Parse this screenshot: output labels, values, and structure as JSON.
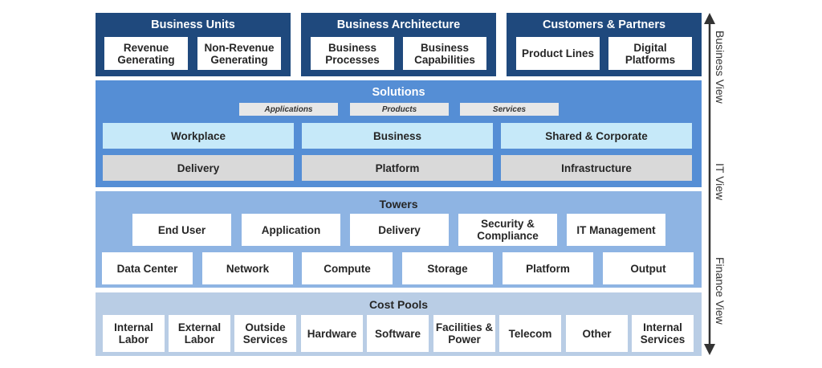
{
  "business_layer": [
    {
      "title": "Business Units",
      "items": [
        "Revenue Generating",
        "Non-Revenue Generating"
      ]
    },
    {
      "title": "Business Architecture",
      "items": [
        "Business Processes",
        "Business Capabilities"
      ]
    },
    {
      "title": "Customers & Partners",
      "items": [
        "Product Lines",
        "Digital Platforms"
      ]
    }
  ],
  "solutions": {
    "title": "Solutions",
    "tags": [
      "Applications",
      "Products",
      "Services"
    ],
    "row1": [
      "Workplace",
      "Business",
      "Shared & Corporate"
    ],
    "row2": [
      "Delivery",
      "Platform",
      "Infrastructure"
    ]
  },
  "towers": {
    "title": "Towers",
    "row1": [
      "End User",
      "Application",
      "Delivery",
      "Security & Compliance",
      "IT Management"
    ],
    "row2": [
      "Data Center",
      "Network",
      "Compute",
      "Storage",
      "Platform",
      "Output"
    ]
  },
  "cost_pools": {
    "title": "Cost Pools",
    "items": [
      "Internal Labor",
      "External Labor",
      "Outside Services",
      "Hardware",
      "Software",
      "Facilities & Power",
      "Telecom",
      "Other",
      "Internal Services"
    ]
  },
  "views": [
    "Business View",
    "IT View",
    "Finance View"
  ],
  "colors": {
    "business": "#1f497d",
    "solutions": "#558ed5",
    "towers": "#8eb4e3",
    "cost_pools": "#b9cde5"
  }
}
